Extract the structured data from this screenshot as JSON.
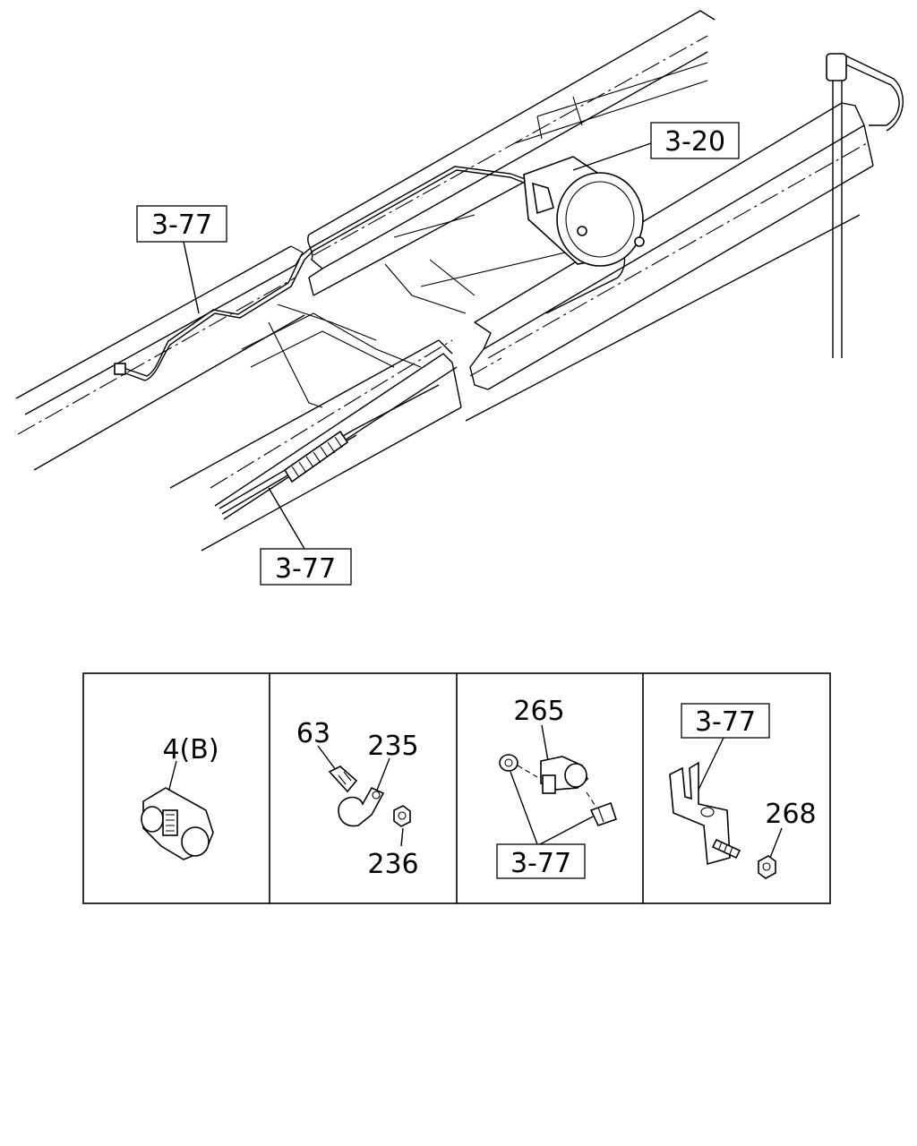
{
  "diagram": {
    "labels": {
      "tank_ref": "3-20",
      "pipe_ref_upper": "3-77",
      "cable_ref_lower": "3-77",
      "panel1_part": "4(B)",
      "panel2_bolt": "63",
      "panel2_clip": "235",
      "panel2_nut": "236",
      "panel3_clamp": "265",
      "panel3_ref": "3-77",
      "panel4_ref": "3-77",
      "panel4_nut": "268"
    }
  }
}
